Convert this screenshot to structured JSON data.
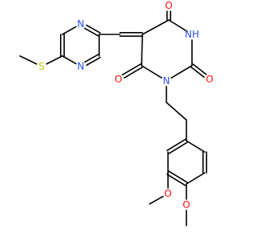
{
  "molecule": {
    "colors": {
      "carbon_bond": "#000000",
      "O": "#ff0d0d",
      "N": "#3050f8",
      "S": "#c6c600"
    },
    "labels": {
      "o_top": "O",
      "nh": "NH",
      "o_right": "O",
      "o_left": "O",
      "n_imide": "N",
      "n_pym_top": "N",
      "n_pym_bottom": "N",
      "s_methylthio": "S",
      "o_methoxy_upper": "O",
      "o_methoxy_lower": "O"
    }
  }
}
